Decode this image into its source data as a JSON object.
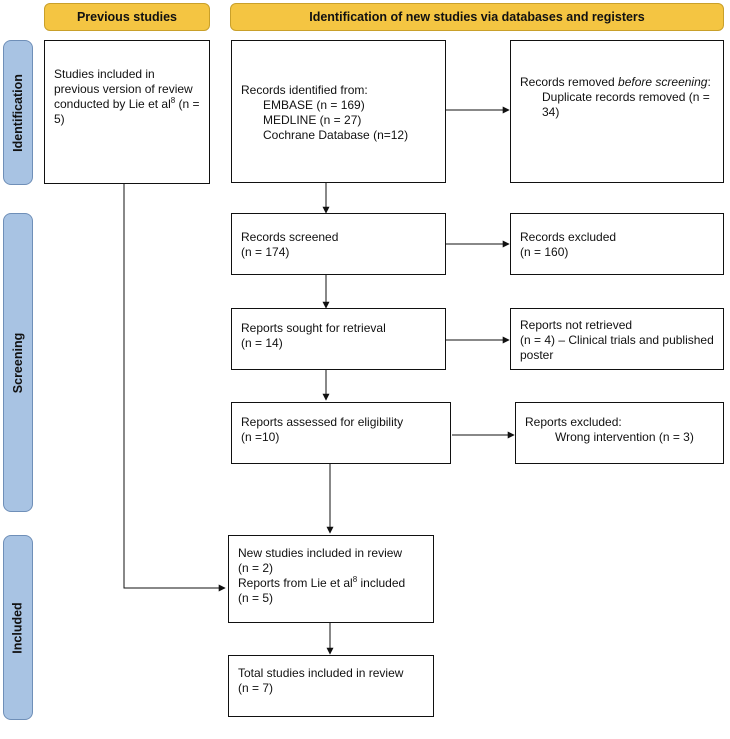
{
  "headers": {
    "previous": "Previous studies",
    "new": "Identification of new studies via databases and registers"
  },
  "phases": {
    "identification": "Identification",
    "screening": "Screening",
    "included": "Included"
  },
  "previous_box": {
    "text": "Studies included in previous version of review conducted by Lie et al",
    "sup": "8",
    "tail": " (n = 5)"
  },
  "identified": {
    "title": "Records identified from:",
    "sources": [
      "EMBASE (n = 169)",
      "MEDLINE (n = 27)",
      "Cochrane Database (n=12)"
    ]
  },
  "removed": {
    "line1_a": "Records removed ",
    "line1_em": "before screening",
    "line1_b": ":",
    "detail": "Duplicate records removed (n = 34)"
  },
  "screened": {
    "title": "Records screened",
    "n": "(n = 174)"
  },
  "excluded": {
    "title": "Records excluded",
    "n": "(n = 160)"
  },
  "sought": {
    "title": "Reports sought for retrieval",
    "n": "(n = 14)"
  },
  "not_retrieved": {
    "title": "Reports not retrieved",
    "detail": "(n = 4) – Clinical trials and published poster"
  },
  "assessed": {
    "title": "Reports assessed for eligibility",
    "n": "(n =10)"
  },
  "reports_excluded": {
    "title": "Reports excluded:",
    "detail": "Wrong intervention (n = 3)"
  },
  "new_included": {
    "line1": "New studies included in review",
    "n1": "(n = 2)",
    "line2_a": "Reports from Lie et al",
    "line2_sup": "8",
    "line2_b": " included",
    "n2": "(n = 5)"
  },
  "total": {
    "title": "Total studies included in review",
    "n": "(n = 7)"
  },
  "colors": {
    "header": "#f4c542",
    "phase": "#a8c3e3",
    "line": "#111111"
  }
}
